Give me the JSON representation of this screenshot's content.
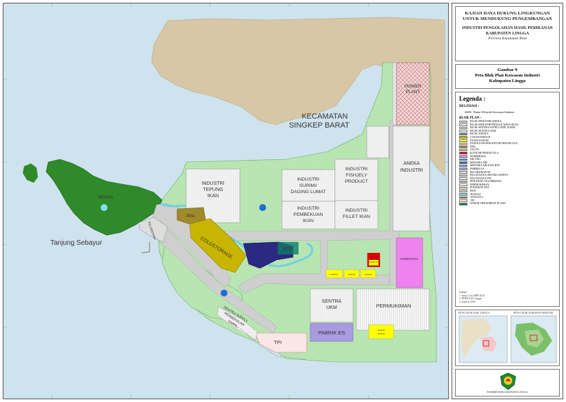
{
  "map": {
    "labels": {
      "kecamatan": [
        "KECAMATAN",
        "SINGKEP BARAT"
      ],
      "tanjung": "Tanjung Sebayur",
      "wisata": "WISATA",
      "power_plant": [
        "POWER",
        "PLANT"
      ],
      "aneka_industri": [
        "ANEKA",
        "INDUSTRI"
      ],
      "industri_tepung": [
        "INDUSTRI",
        "TEPUNG",
        "IKAN"
      ],
      "industri_surimi": [
        "INDUSTRI",
        "SURIMI/",
        "DAGING LUMAT"
      ],
      "industri_fishjelly": [
        "INDUSTRI",
        "FISHJELY",
        "PRODUCT"
      ],
      "industri_pembekuan": [
        "INDUSTRI",
        "PEMBEKUAN",
        "IKAN"
      ],
      "industri_fillet": [
        "INDUSTRI",
        "FILLET IKAN"
      ],
      "ipal": "IPAL",
      "coldstorage": "COLDSTORAGE",
      "wtp": "WTP",
      "pelabuhan": [
        "PELABUHAN",
        "KI"
      ],
      "komersial": "KOMERSIAL",
      "kantor": [
        "KANTOR",
        "PENGELOLA"
      ],
      "fasos_a": "FASOS",
      "fasos_b": "FASUM",
      "fasum": "FASUM",
      "sentra_ukm": [
        "SENTRA",
        "UKM"
      ],
      "permukiman": "PERMUKIMAN",
      "pabrik_es": "PABRIK ES",
      "sentra_supply": [
        "SENTRA SUPPLY",
        "PERBEKALAN",
        "KAPAL"
      ],
      "tpi": "TPI",
      "fasum_bottom": [
        "FASUM",
        "FASUM"
      ]
    }
  },
  "panel": {
    "title": [
      "KAJIAN DAYA DUKUNG LINGKUNGAN",
      "UNTUK MENDUKUNG PENGEMBANGAN"
    ],
    "subtitle": [
      "INDUSTRI PENGOLAHAN HASIL PERIKANAN",
      "KABUPATEN LINGGA"
    ],
    "province": "Provinsi Kepulauan Riau",
    "figure": [
      "Gambar 9",
      "Peta Blok Plan Kawasan Industri",
      "Kabupaten Lingga"
    ],
    "legend_title": "Legenda :",
    "delineasi_label": "DELINIASI :",
    "delineasi_item": "Batas Wilayah Kawasan Industri",
    "blok_plan_label": "BLOK PLAN :",
    "legend": [
      {
        "label": "BLOK INDUSTRI ANEKA",
        "color": "#e6e6e6"
      },
      {
        "label": "BLOK INDUSTRI PENGOLAHAN IKAN",
        "color": "#f2f2f2"
      },
      {
        "label": "BLOK SENTRA SUPPLY KEB. KAPAL",
        "color": "#eeeeee"
      },
      {
        "label": "BLOK SENTRA UKM",
        "color": "#f4f4f4"
      },
      {
        "label": "BLOK WISATA",
        "color": "#2f8a2a"
      },
      {
        "label": "COLDSTORAGE",
        "color": "#c9b400"
      },
      {
        "label": "FASOS FASUM",
        "color": "#ffff00"
      },
      {
        "label": "FASOS FASUM/KANTOR PENGELOLA",
        "color": "#fff36a"
      },
      {
        "label": "IPAL",
        "color": "#a08a2a"
      },
      {
        "label": "JALAN",
        "color": "#cfcfcf"
      },
      {
        "label": "KANTOR PENGELOLA",
        "color": "#e00000"
      },
      {
        "label": "KOMERSIAL",
        "color": "#ee82ee"
      },
      {
        "label": "KR ONG",
        "color": "#3399cc"
      },
      {
        "label": "MENARA AIR",
        "color": "#1f6fd1"
      },
      {
        "label": "MENARA AIR DAN BTS",
        "color": "#6aa8e0"
      },
      {
        "label": "PABRIK ES",
        "color": "#a99be0"
      },
      {
        "label": "PELABUHAN KI",
        "color": "#dddddd"
      },
      {
        "label": "PELAYANAN SENTRA SUPPLY",
        "color": "#d8d8d8"
      },
      {
        "label": "PELAYANAN TPI",
        "color": "#e8e8e8"
      },
      {
        "label": "PENAHAN GELOMBANG",
        "color": "#bdbdbd"
      },
      {
        "label": "PERMUKIMAN",
        "color": "#f5f5f5"
      },
      {
        "label": "POWER PLANT",
        "color": "#f2c9c9"
      },
      {
        "label": "RTH",
        "color": "#c6ecc0"
      },
      {
        "label": "SUNGAI",
        "color": "#6fd0e6"
      },
      {
        "label": "TANGGUL",
        "color": "#8a6e2a"
      },
      {
        "label": "TPI",
        "color": "#ffdede"
      },
      {
        "label": "WATER TREATMENT PLANT",
        "color": "#0f7a6a"
      }
    ],
    "sources": [
      "Sumber:",
      "1. Survei Tim SRPP 2018",
      "2. RTRW Kab. Lingga",
      "3. Analisis 2018"
    ],
    "inset_left_title": "PETA LETAK KAB. LINGGA",
    "inset_right_title": "PETA LETAK KAWASAN INDUSTRI",
    "logo_caption": "PEMERINTAH KABUPATEN LINGGA"
  },
  "colors": {
    "sea": "#cfe3ee",
    "land_brown": "#d7c7a6",
    "green_dark": "#2f8a2a",
    "green_light": "#c6ecc0",
    "road": "#cfcfcf",
    "coldstorage": "#c9b400",
    "wtp": "#2a2a82",
    "komersial": "#ee82ee",
    "pabrik_es": "#a99be0",
    "fasum": "#ffff00",
    "kantor": "#e00000",
    "power": "#f2c9c9"
  }
}
